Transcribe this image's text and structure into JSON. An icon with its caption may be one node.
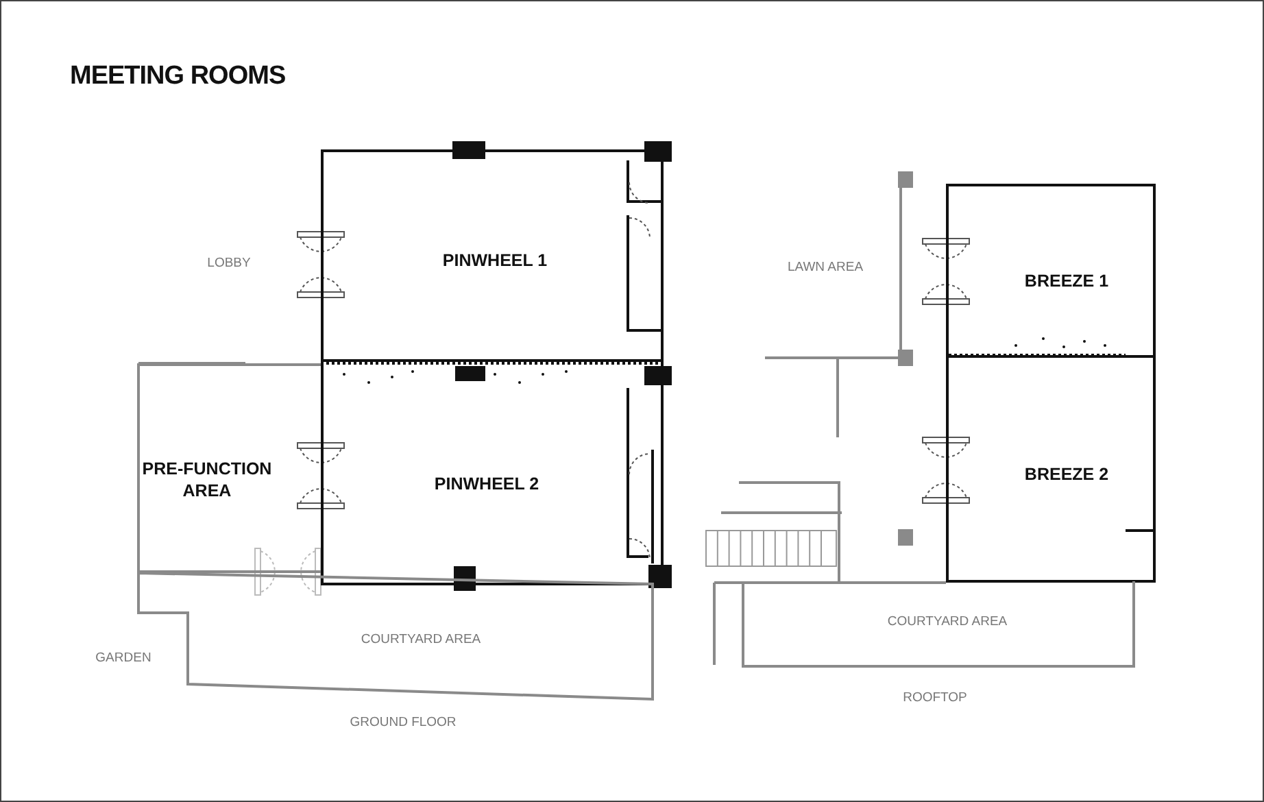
{
  "diagram": {
    "title": "MEETING ROOMS",
    "nodes": [
      {
        "text": [
          "PINWHEEL 1"
        ]
      },
      {
        "text": [
          "PINWHEEL 2"
        ]
      },
      {
        "text": [
          "PRE-FUNCTION AREA"
        ]
      },
      {
        "text": [
          "COURTYARD AREA"
        ]
      },
      {
        "text": [
          "BREEZE 1"
        ]
      },
      {
        "text": [
          "BREEZE 2"
        ]
      },
      {
        "text": [
          "COURTYARD AREA"
        ]
      }
    ],
    "labels": [
      "LOBBY",
      "LAWN AREA",
      "GARDEN",
      "GROUND FLOOR",
      "ROOFTOP"
    ]
  }
}
